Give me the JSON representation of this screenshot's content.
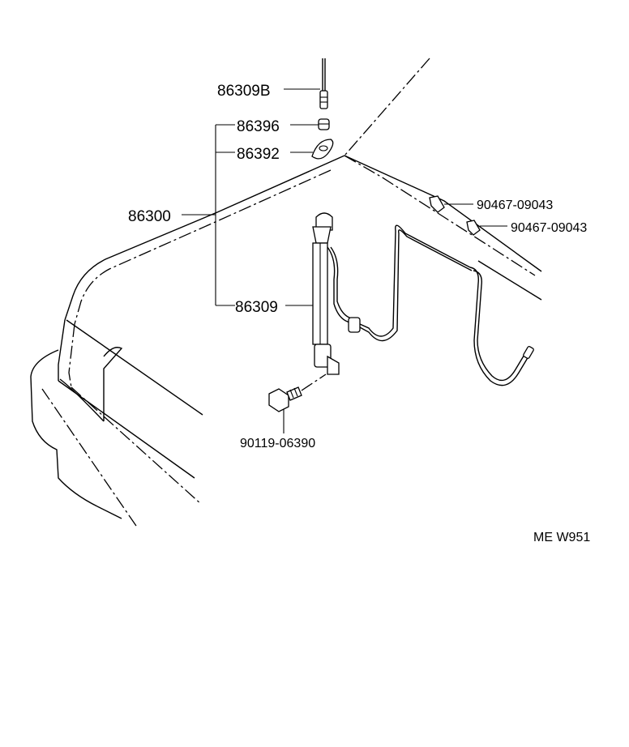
{
  "parts": {
    "antenna_rod": "86309B",
    "nut": "86396",
    "pad": "86392",
    "antenna_assy": "86300",
    "motor_antenna": "86309",
    "clamp_1": "90467-09043",
    "clamp_2": "90467-09043",
    "bolt": "90119-06390"
  },
  "diagram_code": "ME W951"
}
